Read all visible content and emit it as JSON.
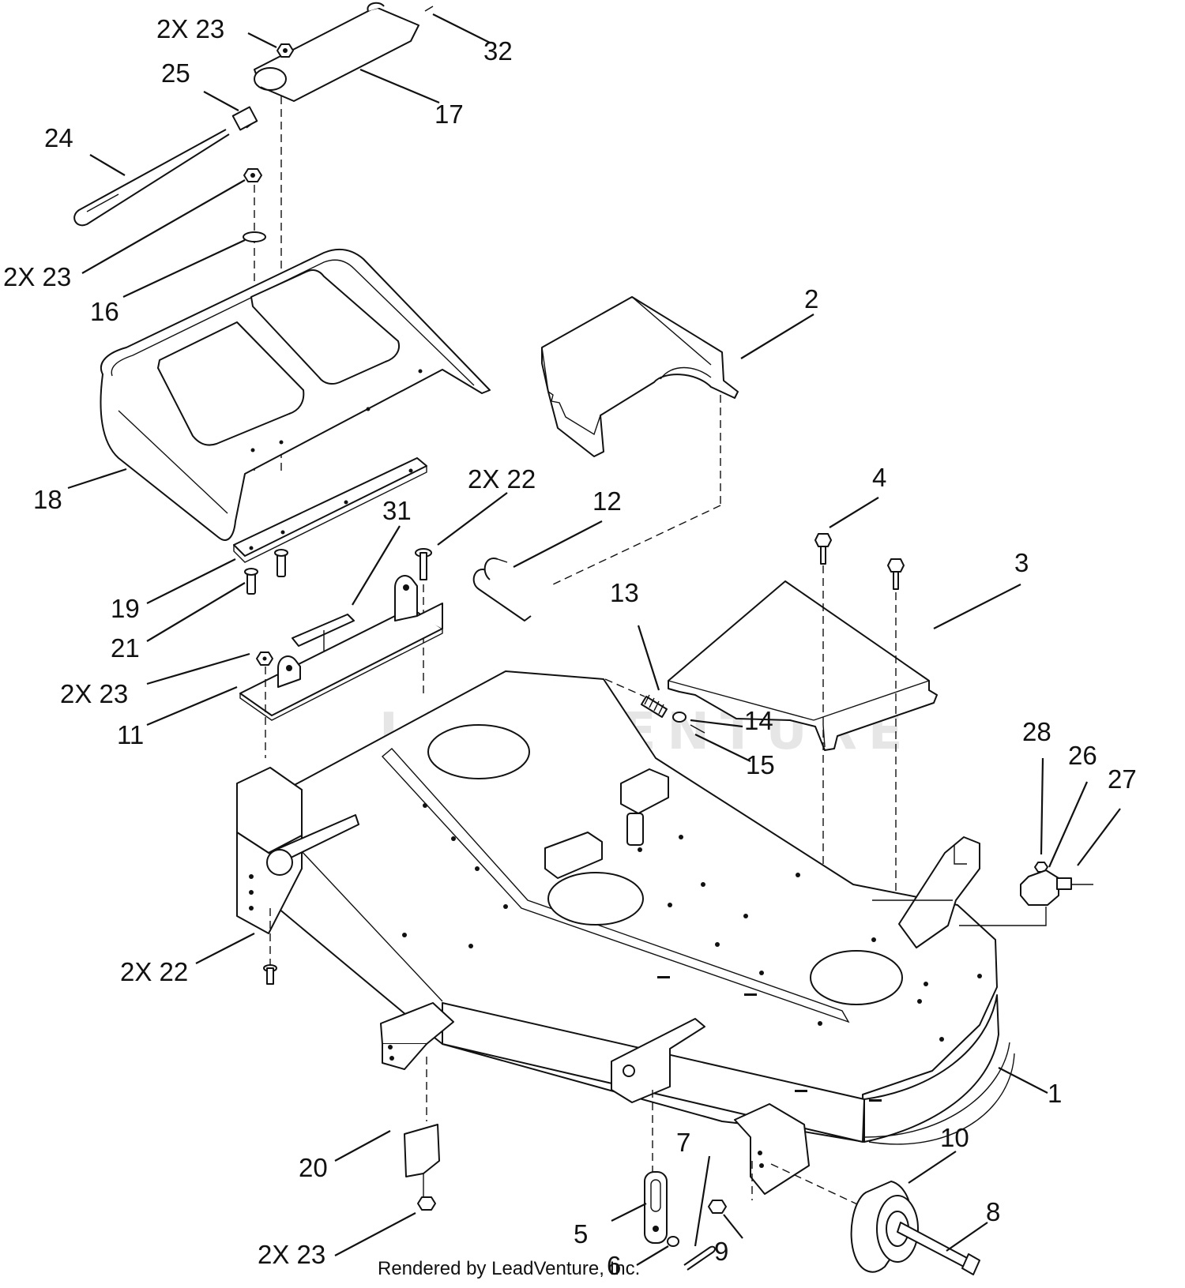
{
  "callouts": [
    {
      "id": "c-2x23-a",
      "text": "2X  23"
    },
    {
      "id": "c-32",
      "text": "32"
    },
    {
      "id": "c-25",
      "text": "25"
    },
    {
      "id": "c-17",
      "text": "17"
    },
    {
      "id": "c-24",
      "text": "24"
    },
    {
      "id": "c-2x23-b",
      "text": "2X  23"
    },
    {
      "id": "c-16",
      "text": "16"
    },
    {
      "id": "c-2",
      "text": "2"
    },
    {
      "id": "c-18",
      "text": "18"
    },
    {
      "id": "c-2x22-a",
      "text": "2X  22"
    },
    {
      "id": "c-31",
      "text": "31"
    },
    {
      "id": "c-12",
      "text": "12"
    },
    {
      "id": "c-4",
      "text": "4"
    },
    {
      "id": "c-3",
      "text": "3"
    },
    {
      "id": "c-13",
      "text": "13"
    },
    {
      "id": "c-19",
      "text": "19"
    },
    {
      "id": "c-21",
      "text": "21"
    },
    {
      "id": "c-2x23-c",
      "text": "2X  23"
    },
    {
      "id": "c-11",
      "text": "11"
    },
    {
      "id": "c-14",
      "text": "14"
    },
    {
      "id": "c-15",
      "text": "15"
    },
    {
      "id": "c-28",
      "text": "28"
    },
    {
      "id": "c-26",
      "text": "26"
    },
    {
      "id": "c-27",
      "text": "27"
    },
    {
      "id": "c-2x22-b",
      "text": "2X  22"
    },
    {
      "id": "c-1",
      "text": "1"
    },
    {
      "id": "c-7",
      "text": "7"
    },
    {
      "id": "c-10",
      "text": "10"
    },
    {
      "id": "c-20",
      "text": "20"
    },
    {
      "id": "c-8",
      "text": "8"
    },
    {
      "id": "c-5",
      "text": "5"
    },
    {
      "id": "c-2x23-d",
      "text": "2X  23"
    },
    {
      "id": "c-9",
      "text": "9"
    },
    {
      "id": "c-6",
      "text": "6"
    }
  ],
  "credit": "Rendered by LeadVenture, Inc.",
  "watermark": "LEADVENTURE"
}
